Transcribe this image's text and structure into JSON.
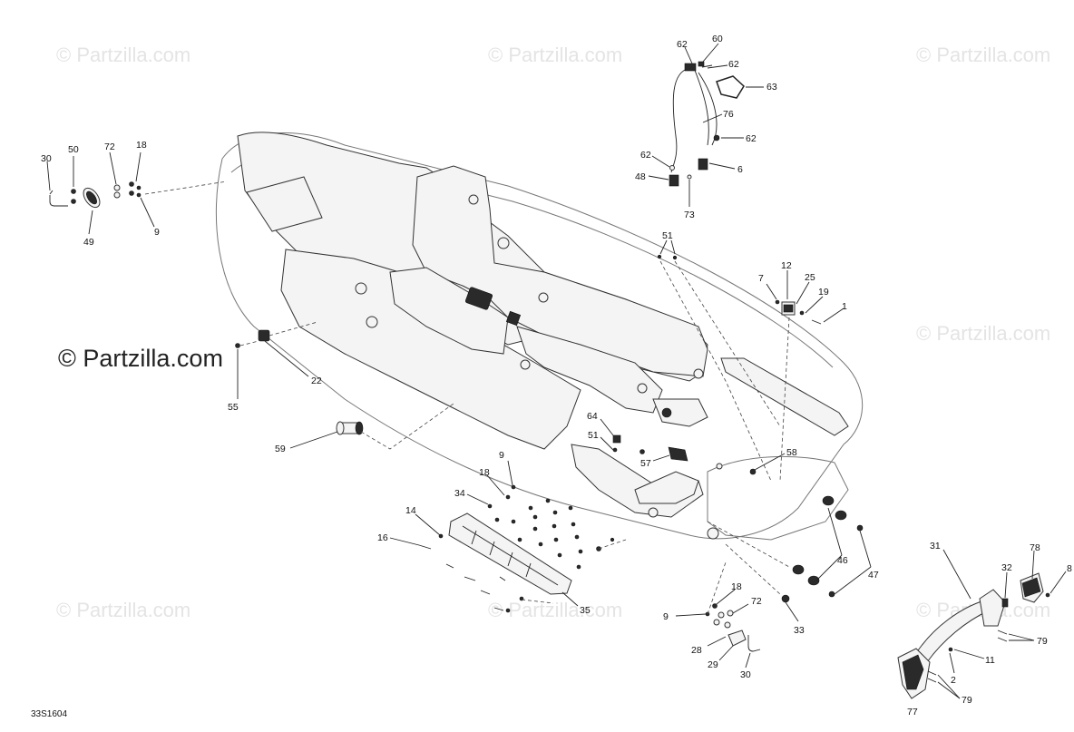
{
  "watermarks": {
    "small": "© Partzilla.com",
    "large": "© Partzilla.com"
  },
  "drawing_code": "33S1604",
  "callouts": {
    "c30a": "30",
    "c50": "50",
    "c72a": "72",
    "c18a": "18",
    "c49": "49",
    "c9a": "9",
    "c62a": "62",
    "c60": "60",
    "c62b": "62",
    "c63": "63",
    "c76": "76",
    "c62c": "62",
    "c62d": "62",
    "c48": "48",
    "c6": "6",
    "c73": "73",
    "c51a": "51",
    "c7": "7",
    "c12": "12",
    "c25": "25",
    "c19": "19",
    "c1": "1",
    "c55": "55",
    "c22": "22",
    "c59": "59",
    "c64": "64",
    "c51b": "51",
    "c57": "57",
    "c58": "58",
    "c9b": "9",
    "c18b": "18",
    "c34": "34",
    "c14": "14",
    "c16": "16",
    "c35": "35",
    "c46": "46",
    "c47": "47",
    "c33": "33",
    "c18c": "18",
    "c72b": "72",
    "c9c": "9",
    "c28": "28",
    "c29": "29",
    "c30b": "30",
    "c31": "31",
    "c78": "78",
    "c32": "32",
    "c8": "8",
    "c79a": "79",
    "c11": "11",
    "c2": "2",
    "c77": "77",
    "c79b": "79"
  }
}
